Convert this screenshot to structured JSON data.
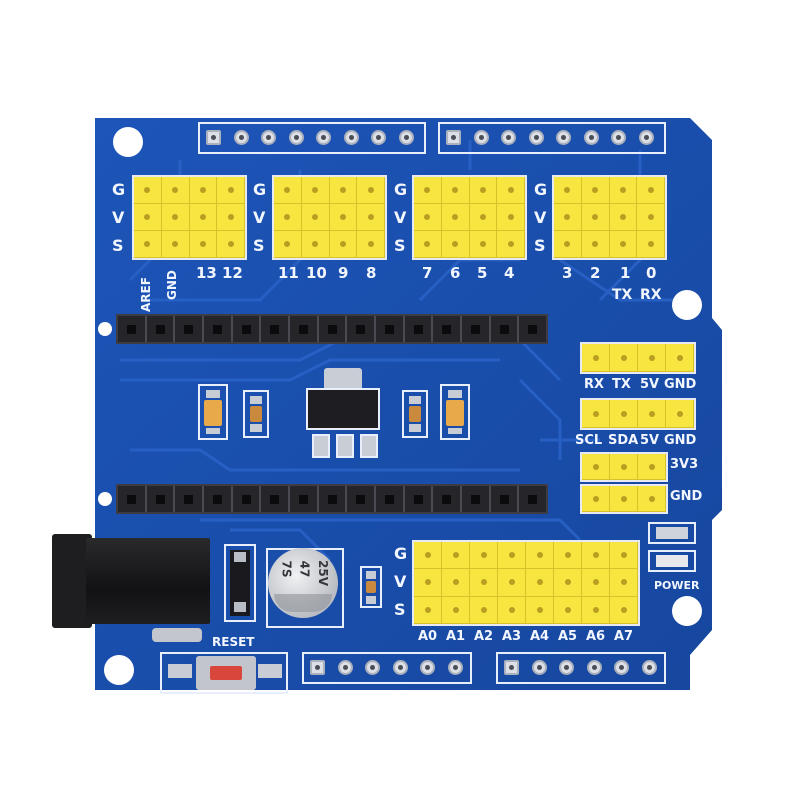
{
  "image": {
    "subject": "Arduino Nano I/O expansion shield PCB",
    "colors": {
      "background": "#ffffff",
      "pcb": "#1a4fb0",
      "pcb_trace": "#2a63c8",
      "silkscreen": "#f2f6ff",
      "pin_header_yellow": "#f8e640",
      "female_header": "#26262a",
      "reset_button": "#d9463c"
    }
  },
  "digital_headers": {
    "row_labels": [
      "G",
      "V",
      "S"
    ],
    "groups": [
      {
        "pins": [
          "13",
          "12"
        ],
        "extra_labels": [
          "AREF",
          "GND"
        ],
        "left_pins": [
          "",
          ""
        ]
      },
      {
        "pins": [
          "11",
          "10",
          "9",
          "8"
        ]
      },
      {
        "pins": [
          "7",
          "6",
          "5",
          "4"
        ]
      },
      {
        "pins": [
          "3",
          "2",
          "1",
          "0"
        ],
        "sub_labels": [
          "TX",
          "RX"
        ]
      }
    ]
  },
  "labels": {
    "aref": "AREF",
    "gnd_top": "GND",
    "d13": "13",
    "d12": "12",
    "d11": "11",
    "d10": "10",
    "d9": "9",
    "d8": "8",
    "d7": "7",
    "d6": "6",
    "d5": "5",
    "d4": "4",
    "d3": "3",
    "d2": "2",
    "d1": "1",
    "d0": "0",
    "tx": "TX",
    "rx": "RX",
    "g": "G",
    "v": "V",
    "s": "S"
  },
  "uart_header": {
    "labels": [
      "RX",
      "TX",
      "5V",
      "GND"
    ]
  },
  "i2c_header": {
    "labels": [
      "SCL",
      "SDA",
      "5V",
      "GND"
    ]
  },
  "power_headers": [
    {
      "label": "3V3",
      "pins": 3
    },
    {
      "label": "GND",
      "pins": 3
    }
  ],
  "analog_header": {
    "row_labels": [
      "G",
      "V",
      "S"
    ],
    "pins": [
      "A0",
      "A1",
      "A2",
      "A3",
      "A4",
      "A5",
      "A6",
      "A7"
    ]
  },
  "capacitor": {
    "line1": "7S",
    "line2": "47",
    "line3": "25V"
  },
  "reset": {
    "label": "RESET"
  },
  "power_led": {
    "label": "POWER"
  },
  "top_headers": [
    {
      "pins": 8
    },
    {
      "pins": 8
    }
  ],
  "bottom_headers": [
    {
      "pins": 6
    },
    {
      "pins": 6
    }
  ],
  "female_rows": [
    {
      "pins": 15
    },
    {
      "pins": 15
    }
  ]
}
